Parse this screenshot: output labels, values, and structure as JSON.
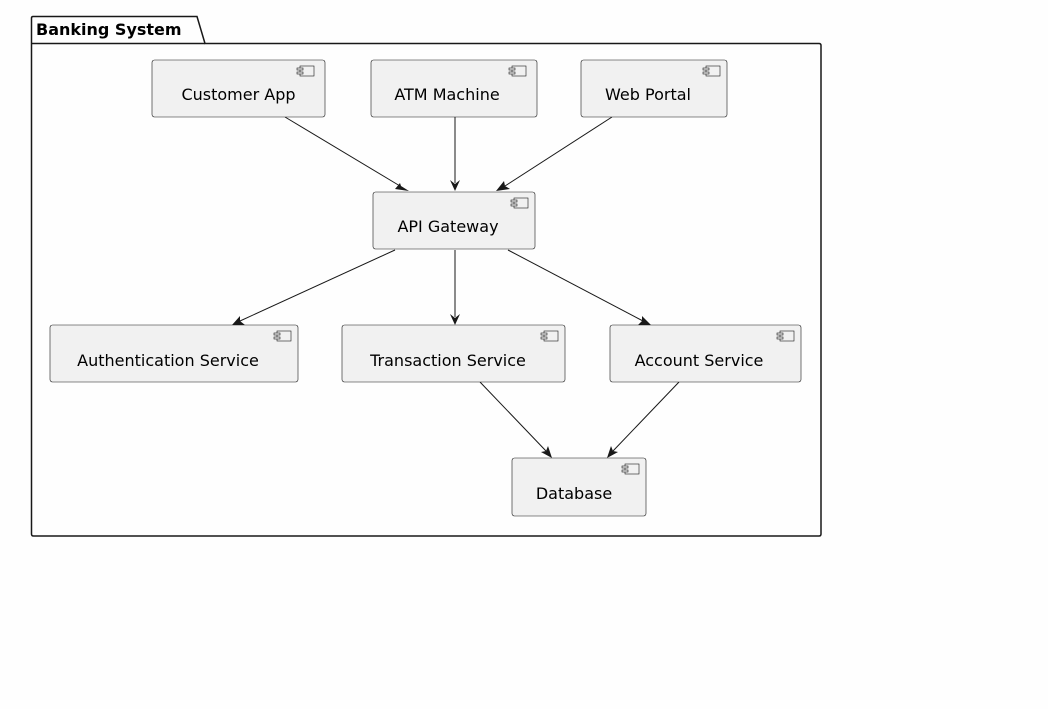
{
  "package": {
    "title": "Banking System"
  },
  "components": [
    {
      "id": "customer_app",
      "label": "Customer App"
    },
    {
      "id": "atm",
      "label": "ATM Machine"
    },
    {
      "id": "web_portal",
      "label": "Web Portal"
    },
    {
      "id": "api_gateway",
      "label": "API Gateway"
    },
    {
      "id": "auth_service",
      "label": "Authentication Service"
    },
    {
      "id": "txn_service",
      "label": "Transaction Service"
    },
    {
      "id": "account_service",
      "label": "Account Service"
    },
    {
      "id": "database",
      "label": "Database"
    }
  ],
  "edges": [
    {
      "from": "customer_app",
      "to": "api_gateway"
    },
    {
      "from": "atm",
      "to": "api_gateway"
    },
    {
      "from": "web_portal",
      "to": "api_gateway"
    },
    {
      "from": "api_gateway",
      "to": "auth_service"
    },
    {
      "from": "api_gateway",
      "to": "txn_service"
    },
    {
      "from": "api_gateway",
      "to": "account_service"
    },
    {
      "from": "txn_service",
      "to": "database"
    },
    {
      "from": "account_service",
      "to": "database"
    }
  ]
}
